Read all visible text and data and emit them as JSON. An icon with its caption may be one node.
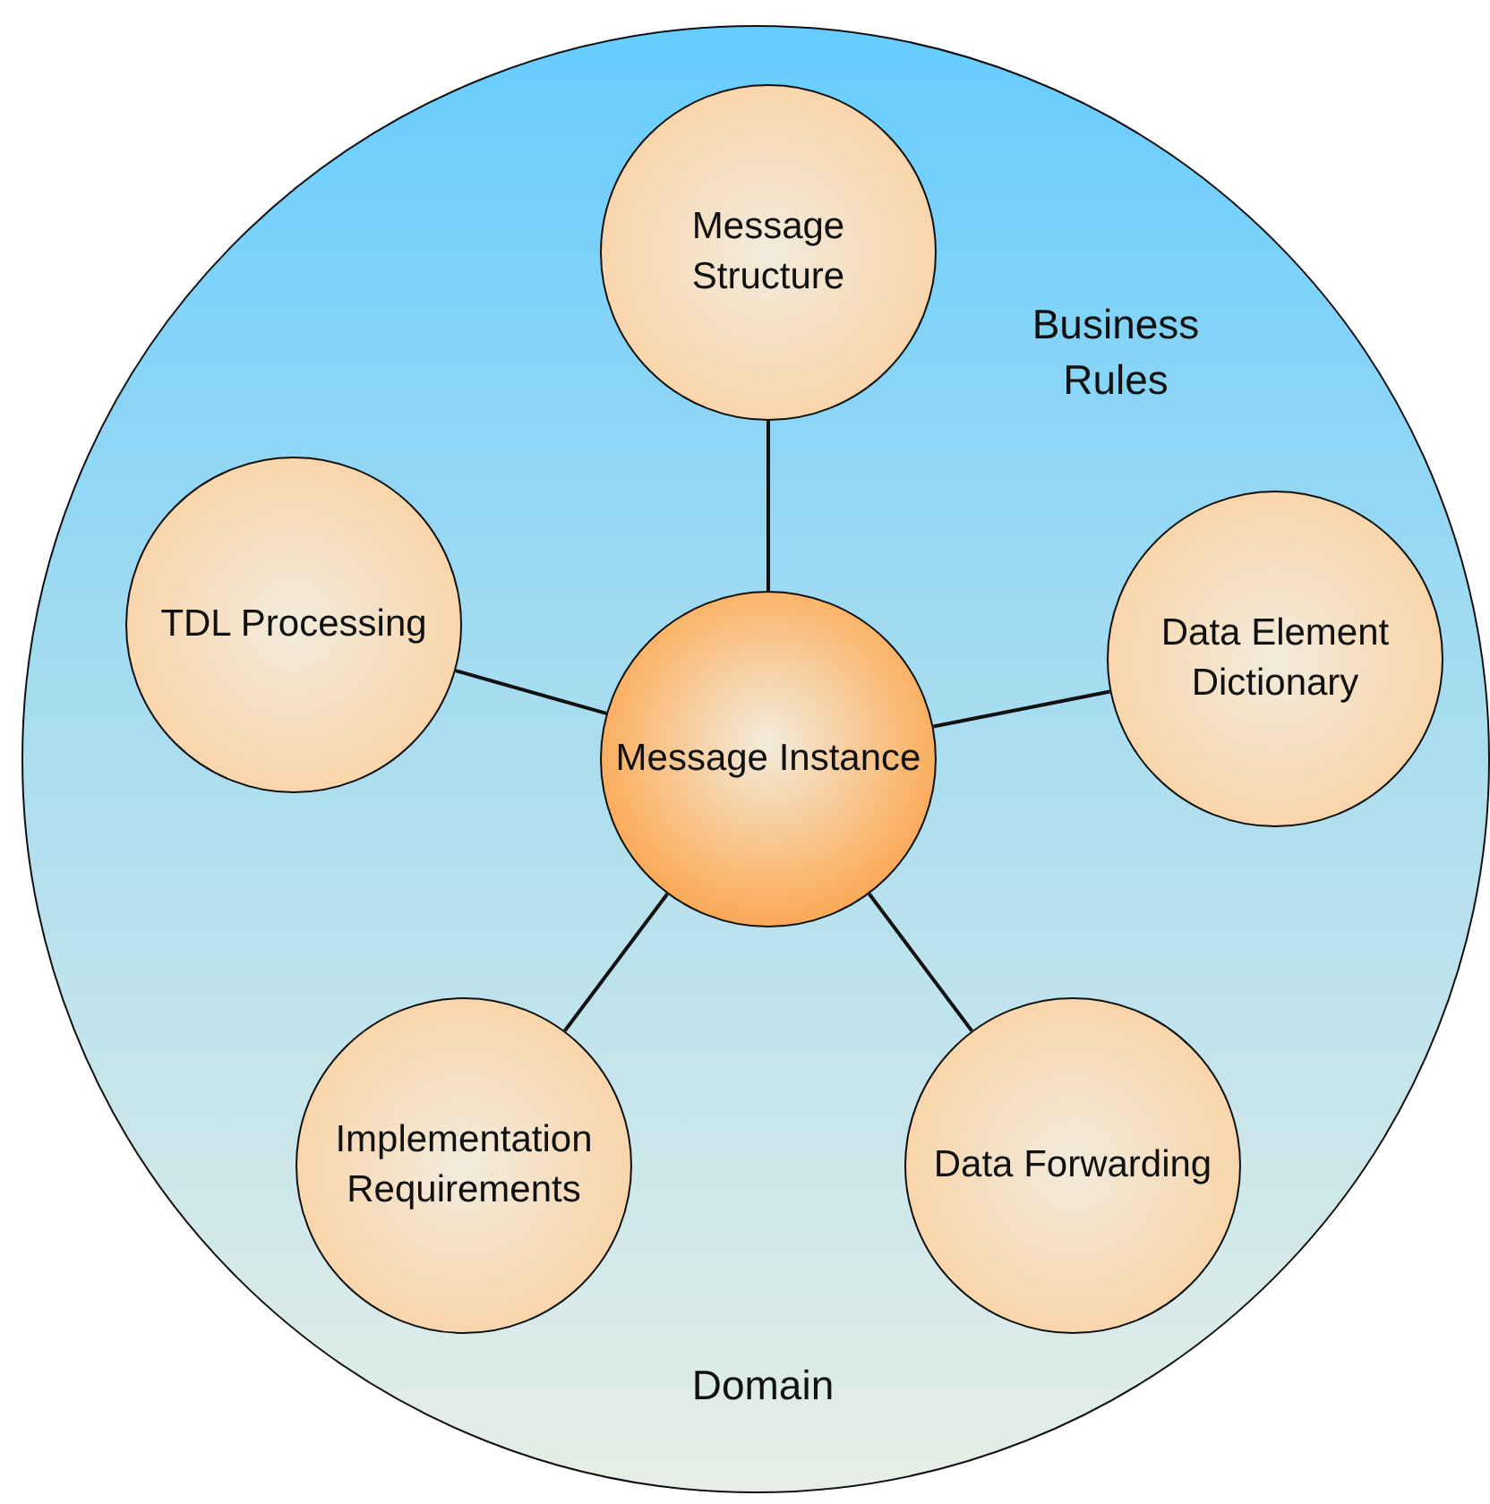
{
  "diagram": {
    "nodes": [
      {
        "text": [
          "Business Rules",
          "Domain"
        ]
      },
      {
        "text": [
          "Message Structure"
        ],
        "in": 0
      },
      {
        "text": [
          "TDL Processing"
        ],
        "in": 0
      },
      {
        "text": [
          "Message Instance"
        ],
        "in": 0
      },
      {
        "text": [
          "Data Element Dictionary"
        ],
        "in": 0
      },
      {
        "text": [
          "Implementation Requirements"
        ],
        "in": 0
      },
      {
        "text": [
          "Data Forwarding"
        ],
        "in": 0
      }
    ],
    "edges": [
      {
        "from": 3,
        "to": 1,
        "arrow": "none"
      },
      {
        "from": 3,
        "to": 2,
        "arrow": "none"
      },
      {
        "from": 3,
        "to": 4,
        "arrow": "none"
      },
      {
        "from": 3,
        "to": 5,
        "arrow": "none"
      },
      {
        "from": 3,
        "to": 6,
        "arrow": "none"
      }
    ]
  }
}
